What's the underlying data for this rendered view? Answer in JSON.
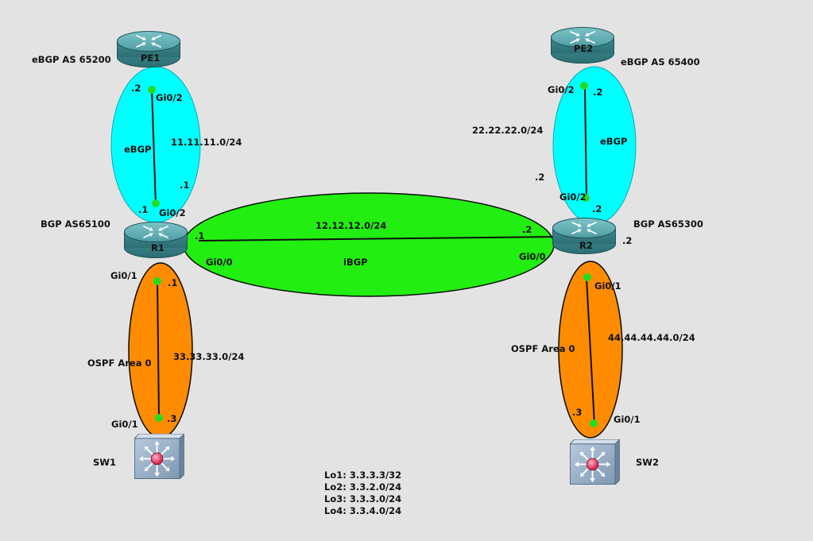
{
  "devices": {
    "pe1": "PE1",
    "pe2": "PE2",
    "r1": "R1",
    "r2": "R2",
    "sw1": "SW1",
    "sw2": "SW2"
  },
  "as_labels": {
    "pe1": "eBGP AS 65200",
    "pe2": "eBGP AS 65400",
    "r1": "BGP AS65100",
    "r2": "BGP AS65300"
  },
  "links": {
    "pe1_r1": {
      "subnet": "11.11.11.0/24",
      "protocol": "eBGP",
      "pe_ip": ".2",
      "r_ip": ".1",
      "r_ip_alt": ".1",
      "pe_if": "Gi0/2",
      "r_if": "Gi0/2"
    },
    "pe2_r2": {
      "subnet": "22.22.22.0/24",
      "protocol": "eBGP",
      "pe_ip": ".2",
      "r_ip": ".2",
      "r_ip_alt": ".2",
      "r_ip_side": ".2",
      "pe_if": "Gi0/2",
      "r_if": "Gi0/2"
    },
    "r1_r2": {
      "subnet": "12.12.12.0/24",
      "protocol": "iBGP",
      "r1_ip": ".1",
      "r2_ip": ".2",
      "r1_if": "Gi0/0",
      "r2_if": "Gi0/0"
    },
    "r1_sw1": {
      "subnet": "33.33.33.0/24",
      "protocol": "OSPF Area 0",
      "r_ip": ".1",
      "sw_ip": ".3",
      "r_if": "Gi0/1",
      "sw_if": "Gi0/1"
    },
    "r2_sw2": {
      "subnet": "44.44.44.44.0/24",
      "protocol": "OSPF Area 0",
      "sw_ip": ".3",
      "r_if": "Gi0/1",
      "sw_if": "Gi0/1"
    }
  },
  "loopbacks": [
    "Lo1:  3.3.3.3/32",
    "Lo2: 3.3.2.0/24",
    "Lo3: 3.3.3.0/24",
    "Lo4: 3.3.4.0/24"
  ],
  "colors": {
    "background": "#e3e3e3",
    "ebgp_zone": "#00ffff",
    "ibgp_zone": "#22ee11",
    "ospf_zone": "#ff8c00",
    "router_body": "#3f8e94",
    "switch_body": "#8aa4bf",
    "link_endpoint": "#22dd22"
  },
  "icons": [
    "router-icon",
    "layer3-switch-icon"
  ]
}
